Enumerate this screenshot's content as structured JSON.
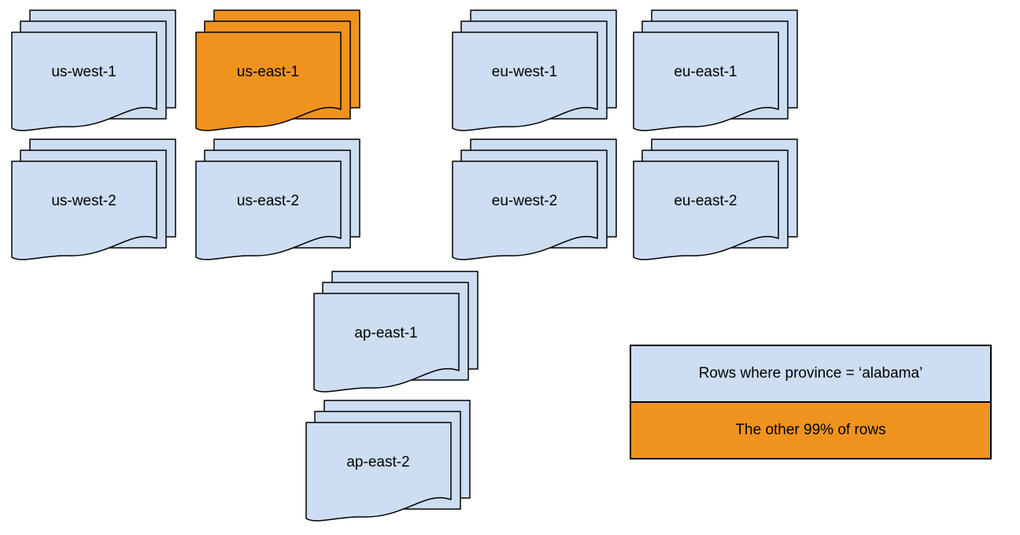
{
  "colors": {
    "page_fill": "#cdddf2",
    "highlight_fill": "#f0931e",
    "stroke": "#000000",
    "background": "#ffffff"
  },
  "regions": [
    {
      "label": "us-west-1",
      "highlighted": false
    },
    {
      "label": "us-east-1",
      "highlighted": true
    },
    {
      "label": "eu-west-1",
      "highlighted": false
    },
    {
      "label": "eu-east-1",
      "highlighted": false
    },
    {
      "label": "us-west-2",
      "highlighted": false
    },
    {
      "label": "us-east-2",
      "highlighted": false
    },
    {
      "label": "eu-west-2",
      "highlighted": false
    },
    {
      "label": "eu-east-2",
      "highlighted": false
    },
    {
      "label": "ap-east-1",
      "highlighted": false
    },
    {
      "label": "ap-east-2",
      "highlighted": false
    }
  ],
  "legend": {
    "items": [
      {
        "label": "Rows where province = ‘alabama’",
        "highlighted": false
      },
      {
        "label": "The other 99% of rows",
        "highlighted": true
      }
    ]
  }
}
